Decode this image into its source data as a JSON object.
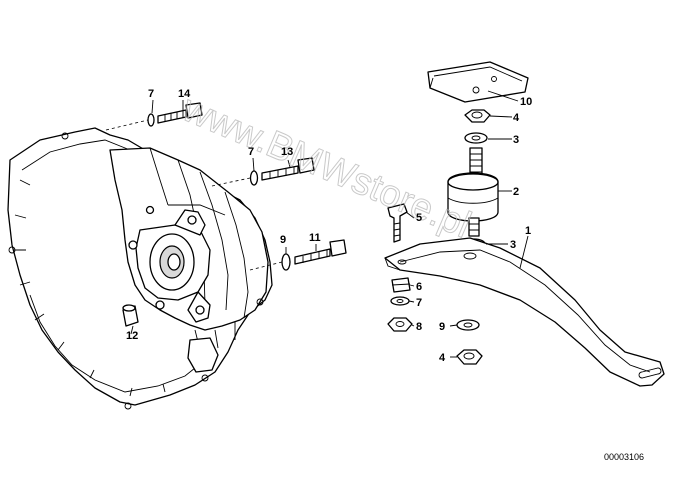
{
  "diagram": {
    "catalog_number": "00003106",
    "watermark": "www.BMWstore.pl",
    "colors": {
      "line": "#000000",
      "background": "#ffffff",
      "watermark": "#b8b8b8"
    },
    "callouts": [
      {
        "id": "c14",
        "label": "14"
      },
      {
        "id": "c7a",
        "label": "7"
      },
      {
        "id": "c7b",
        "label": "7"
      },
      {
        "id": "c13",
        "label": "13"
      },
      {
        "id": "c9a",
        "label": "9"
      },
      {
        "id": "c11",
        "label": "11"
      },
      {
        "id": "c12",
        "label": "12"
      },
      {
        "id": "c10",
        "label": "10"
      },
      {
        "id": "c4a",
        "label": "4"
      },
      {
        "id": "c3a",
        "label": "3"
      },
      {
        "id": "c2",
        "label": "2"
      },
      {
        "id": "c5",
        "label": "5"
      },
      {
        "id": "c3b",
        "label": "3"
      },
      {
        "id": "c1",
        "label": "1"
      },
      {
        "id": "c6",
        "label": "6"
      },
      {
        "id": "c7c",
        "label": "7"
      },
      {
        "id": "c8",
        "label": "8"
      },
      {
        "id": "c9b",
        "label": "9"
      },
      {
        "id": "c4b",
        "label": "4"
      }
    ]
  }
}
